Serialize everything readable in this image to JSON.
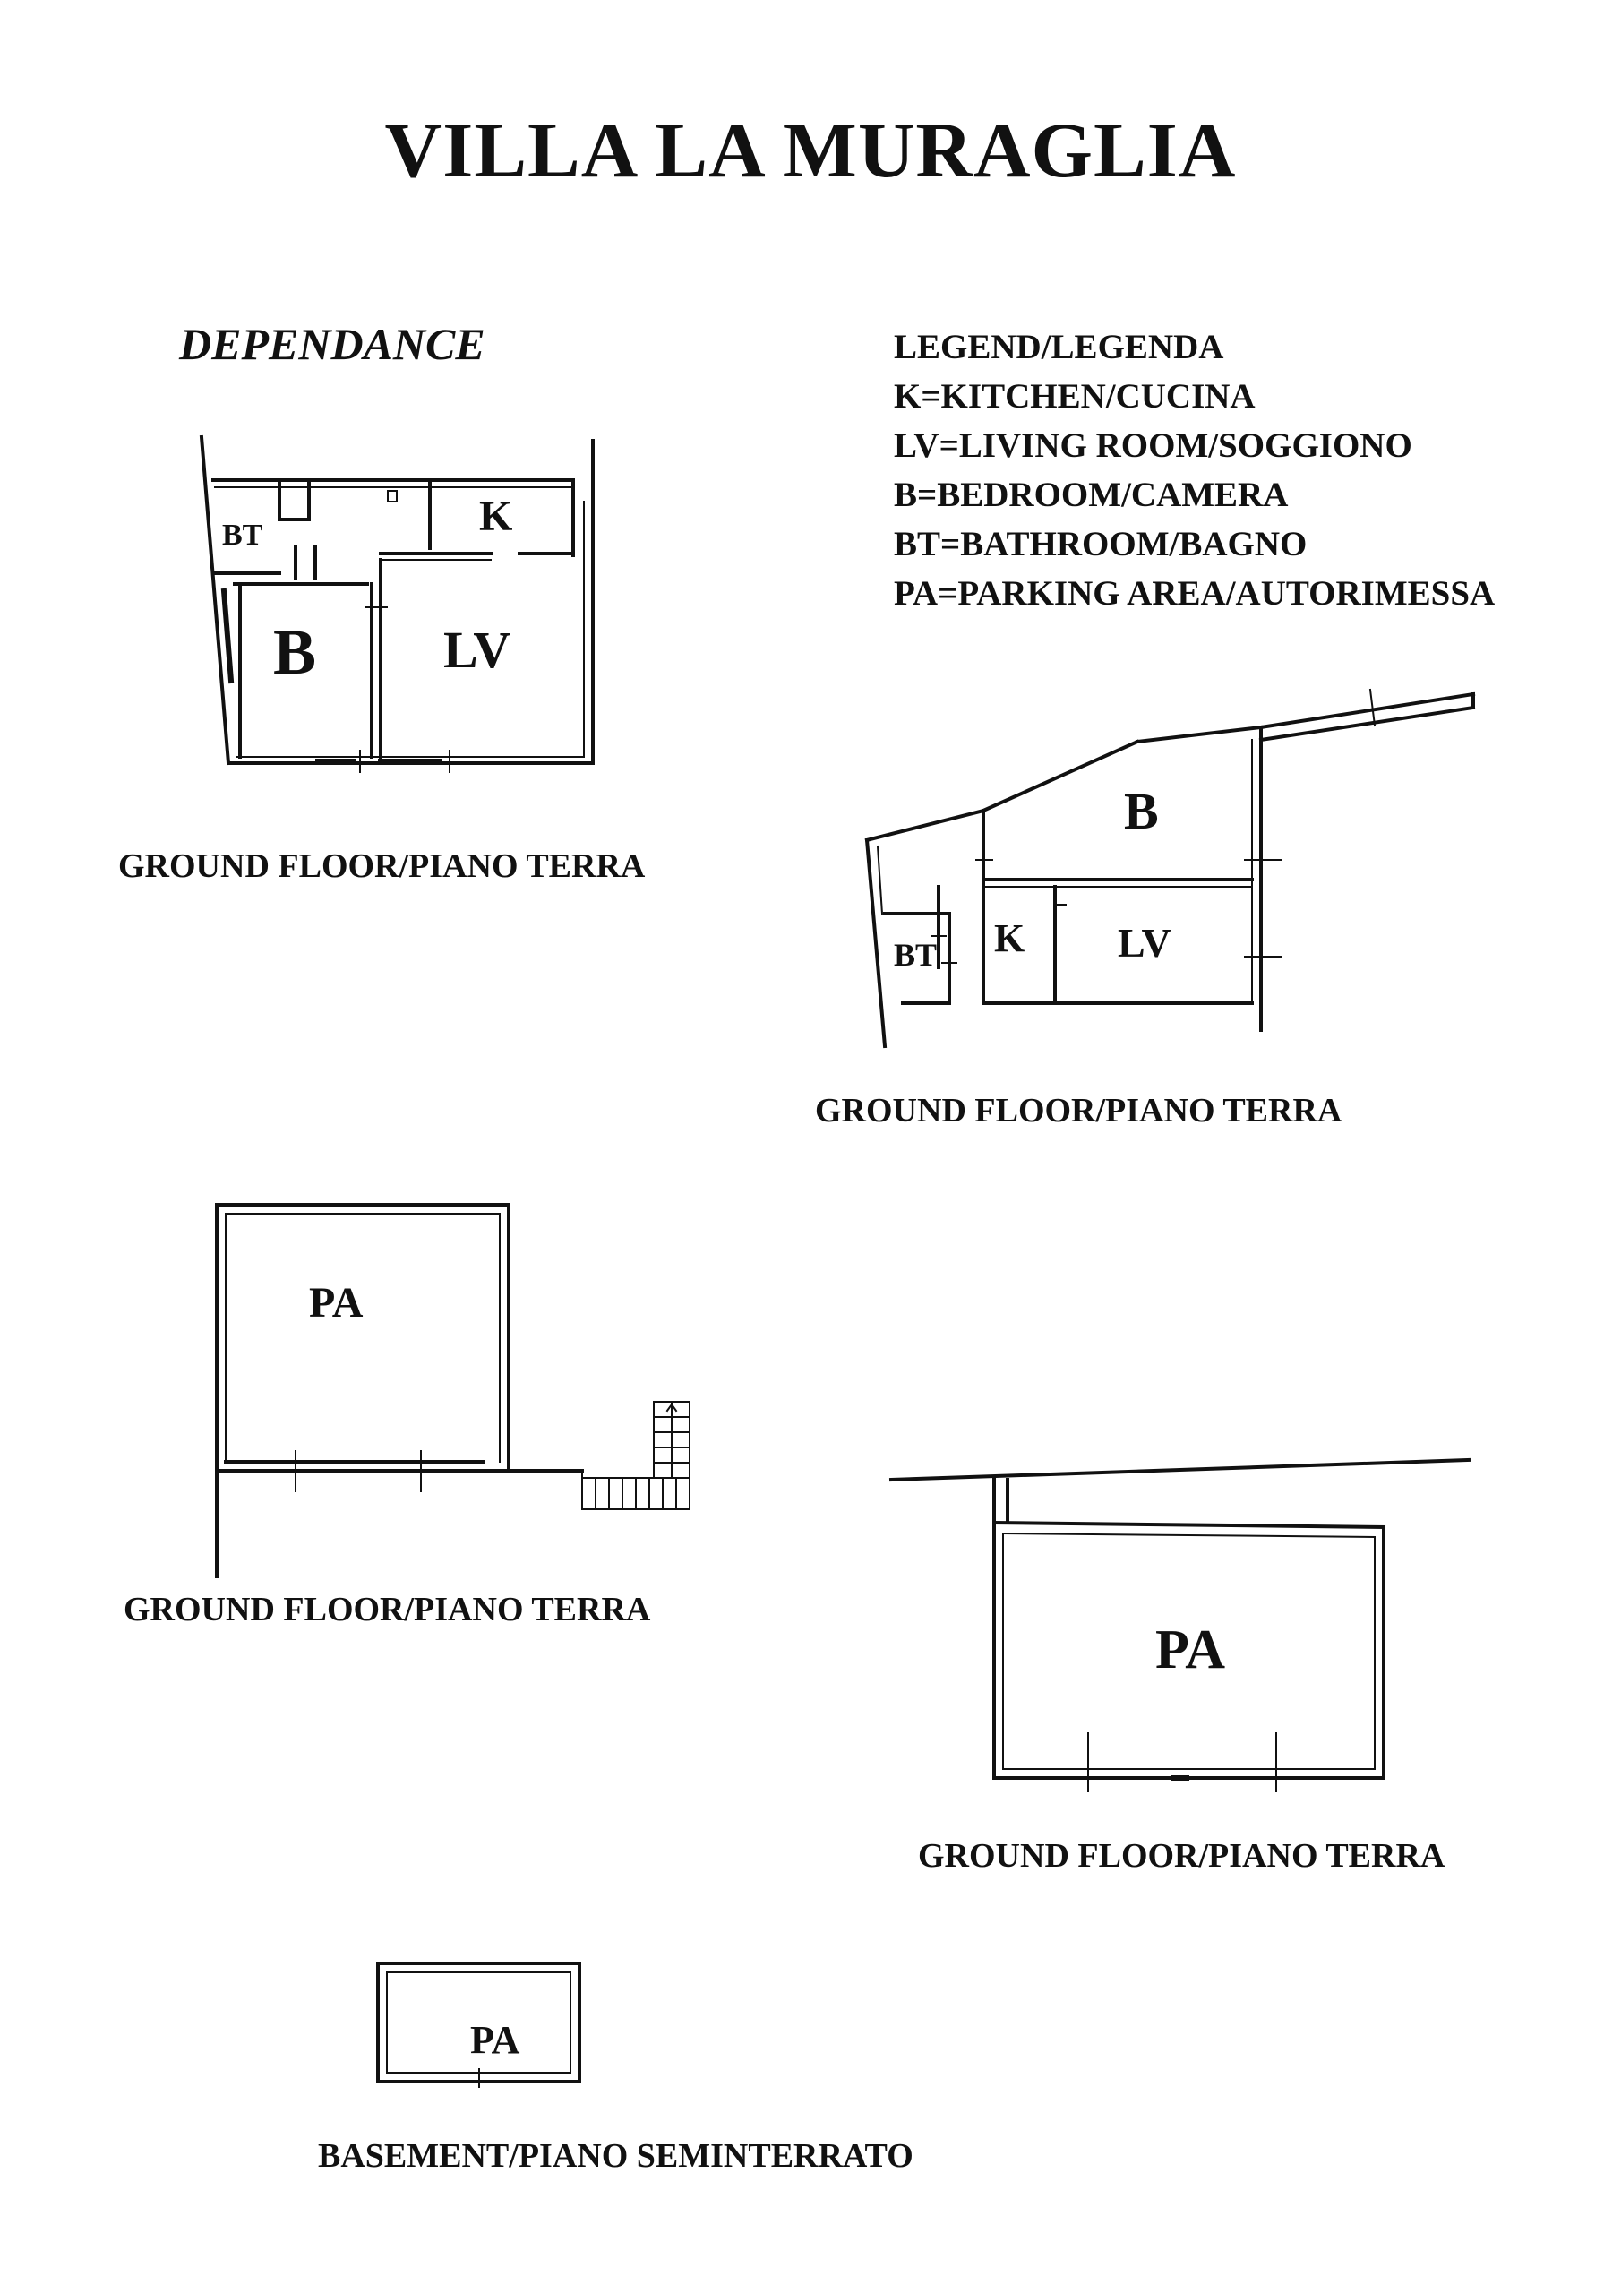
{
  "title": "VILLA LA MURAGLIA",
  "dependance_label": "DEPENDANCE",
  "legend": {
    "heading": "LEGEND/LEGENDA",
    "items": [
      "K=KITCHEN/CUCINA",
      "LV=LIVING ROOM/SOGGIONO",
      "B=BEDROOM/CAMERA",
      "BT=BATHROOM/BAGNO",
      "PA=PARKING AREA/AUTORIMESSA"
    ]
  },
  "plans": {
    "dependance": {
      "caption": "GROUND FLOOR/PIANO TERRA",
      "rooms": {
        "bt": "BT",
        "k": "K",
        "b": "B",
        "lv": "LV"
      }
    },
    "second": {
      "caption": "GROUND FLOOR/PIANO TERRA",
      "rooms": {
        "b": "B",
        "bt": "BT",
        "k": "K",
        "lv": "LV"
      }
    },
    "parking_left": {
      "caption": "GROUND FLOOR/PIANO TERRA",
      "rooms": {
        "pa": "PA"
      }
    },
    "parking_right": {
      "caption": "GROUND FLOOR/PIANO TERRA",
      "rooms": {
        "pa": "PA"
      }
    },
    "basement": {
      "caption": "BASEMENT/PIANO SEMINTERRATO",
      "rooms": {
        "pa": "PA"
      }
    }
  }
}
